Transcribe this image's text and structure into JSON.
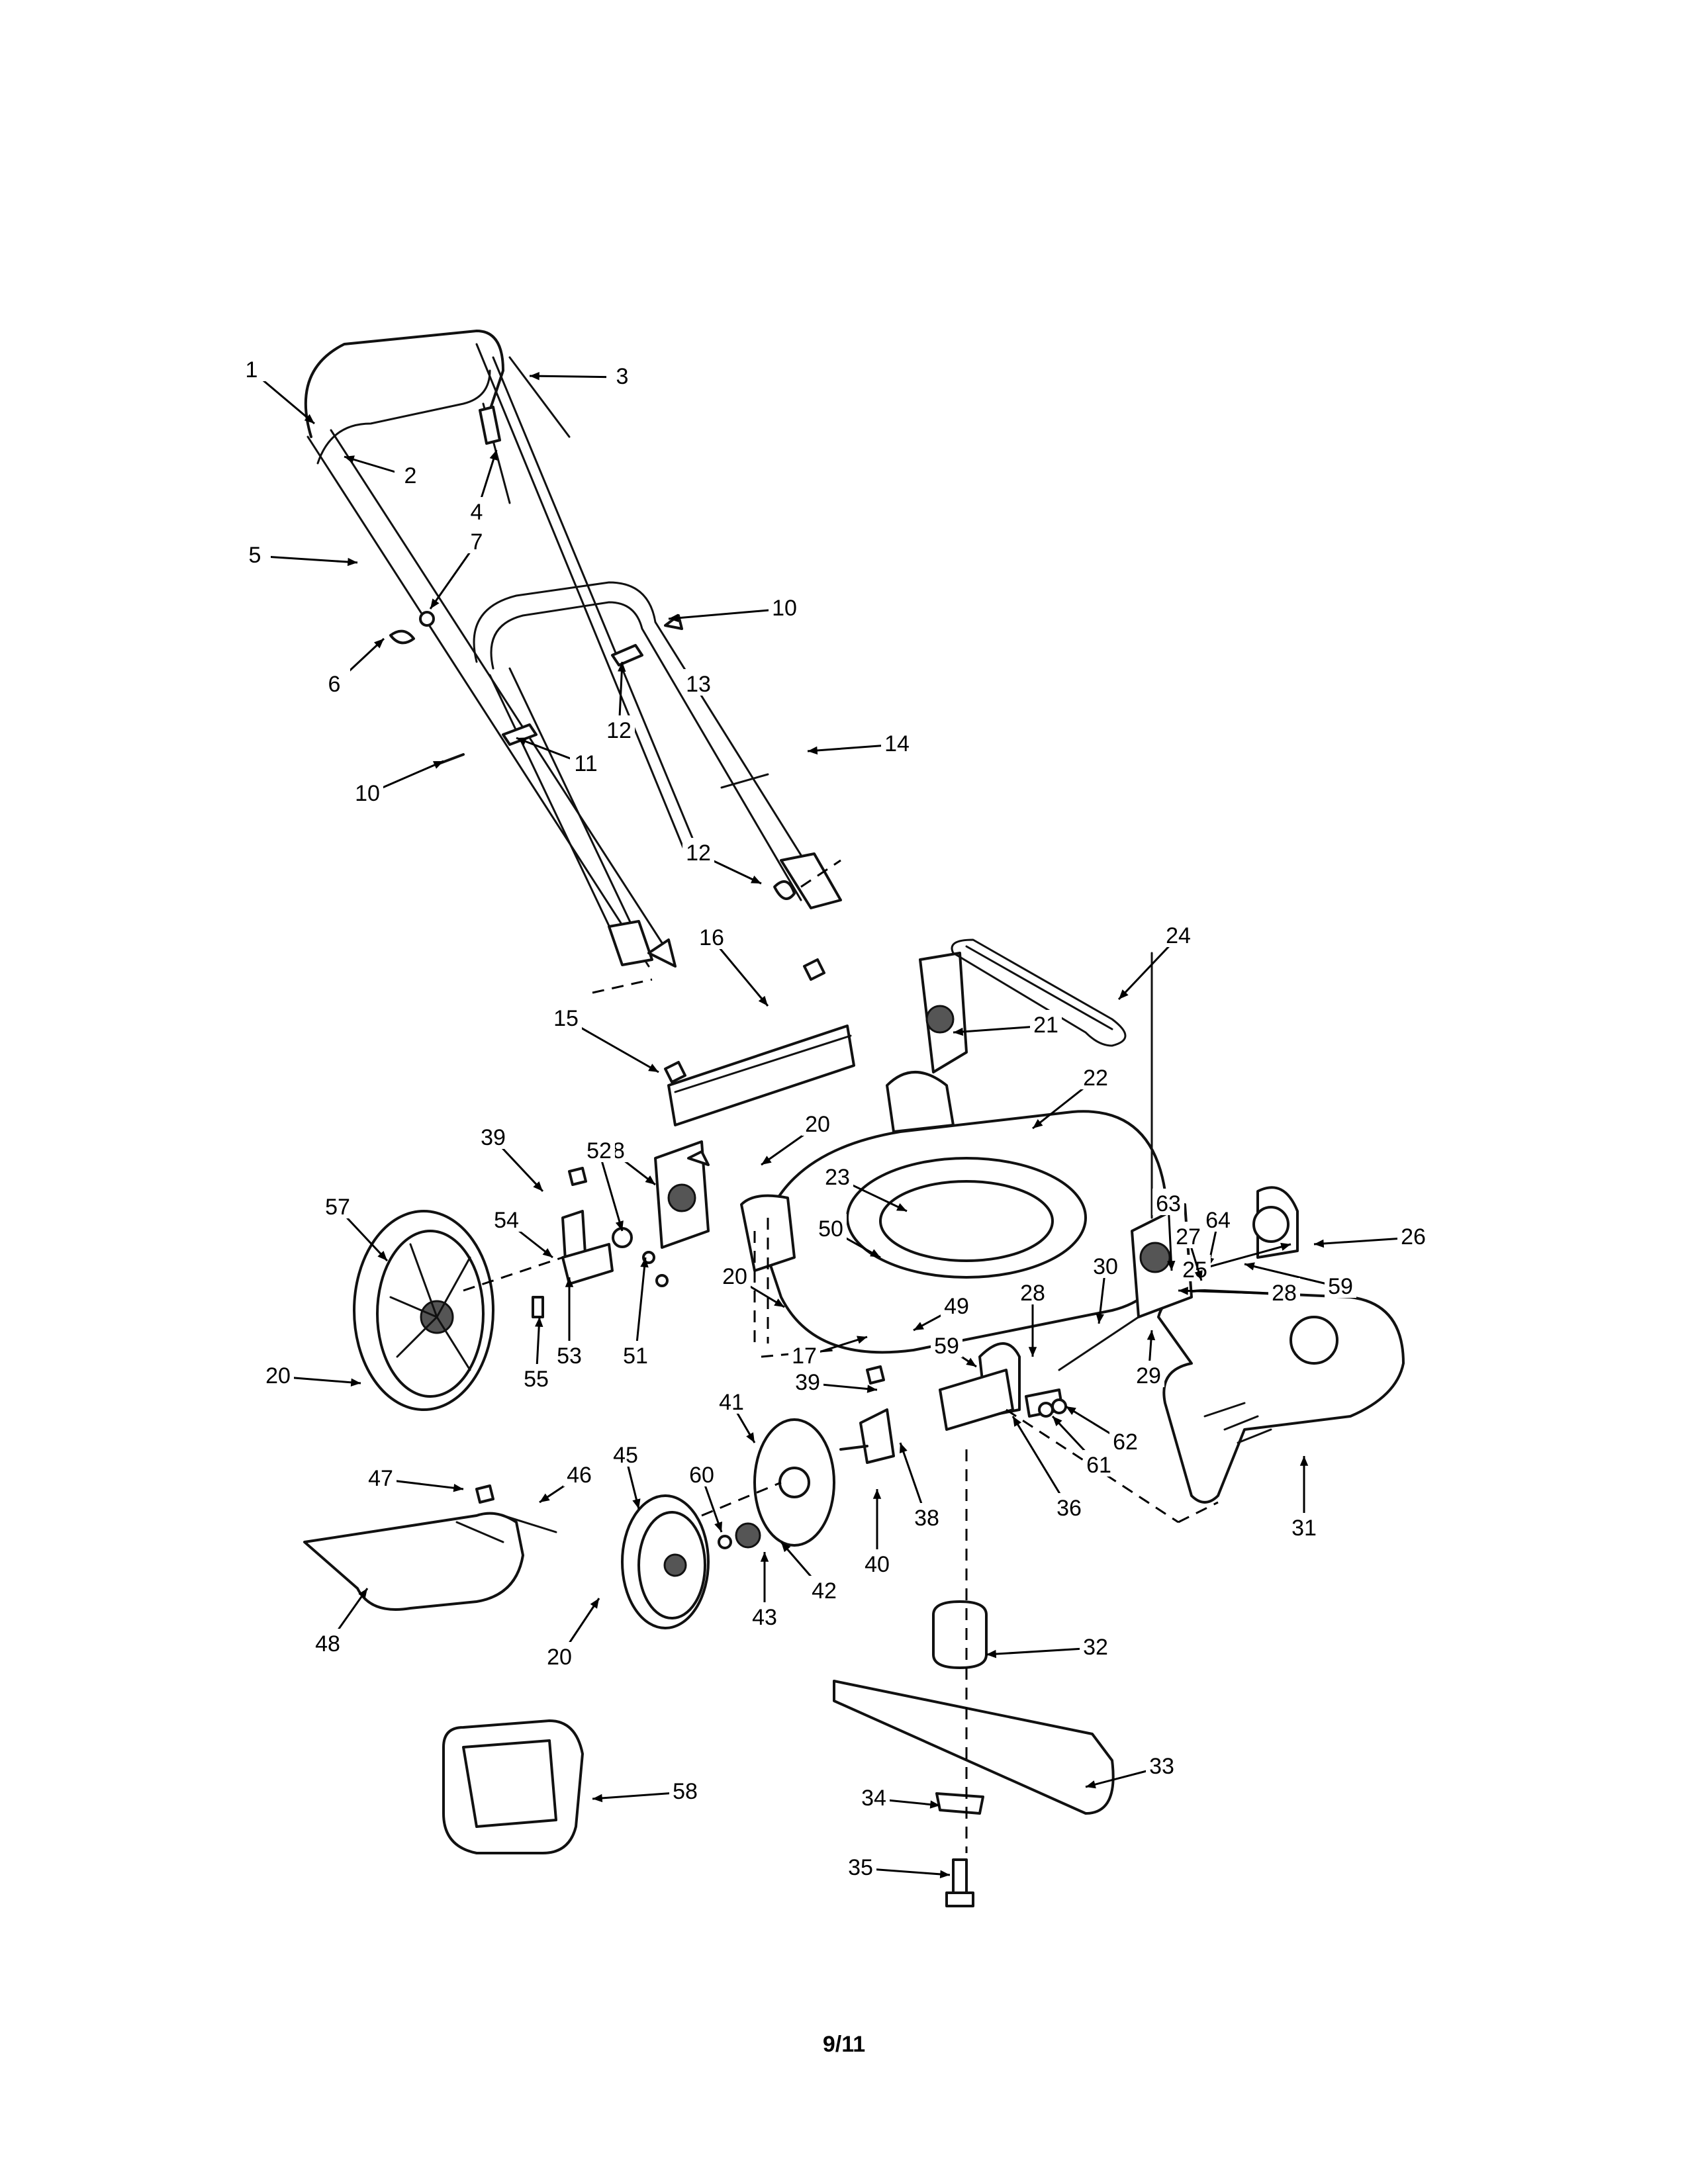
{
  "diagram": {
    "callouts": [
      {
        "label": "1"
      },
      {
        "label": "2"
      },
      {
        "label": "3"
      },
      {
        "label": "4"
      },
      {
        "label": "5"
      },
      {
        "label": "6"
      },
      {
        "label": "7"
      },
      {
        "label": "10"
      },
      {
        "label": "10"
      },
      {
        "label": "11"
      },
      {
        "label": "12"
      },
      {
        "label": "13"
      },
      {
        "label": "14"
      },
      {
        "label": "12"
      },
      {
        "label": "16"
      },
      {
        "label": "15"
      },
      {
        "label": "24"
      },
      {
        "label": "21"
      },
      {
        "label": "22"
      },
      {
        "label": "39"
      },
      {
        "label": "18"
      },
      {
        "label": "20"
      },
      {
        "label": "52"
      },
      {
        "label": "54"
      },
      {
        "label": "57"
      },
      {
        "label": "23"
      },
      {
        "label": "63"
      },
      {
        "label": "64"
      },
      {
        "label": "25"
      },
      {
        "label": "27"
      },
      {
        "label": "26"
      },
      {
        "label": "50"
      },
      {
        "label": "59"
      },
      {
        "label": "30"
      },
      {
        "label": "28"
      },
      {
        "label": "20"
      },
      {
        "label": "49"
      },
      {
        "label": "28"
      },
      {
        "label": "51"
      },
      {
        "label": "53"
      },
      {
        "label": "55"
      },
      {
        "label": "17"
      },
      {
        "label": "59"
      },
      {
        "label": "29"
      },
      {
        "label": "20"
      },
      {
        "label": "39"
      },
      {
        "label": "41"
      },
      {
        "label": "62"
      },
      {
        "label": "61"
      },
      {
        "label": "45"
      },
      {
        "label": "47"
      },
      {
        "label": "46"
      },
      {
        "label": "60"
      },
      {
        "label": "38"
      },
      {
        "label": "36"
      },
      {
        "label": "40"
      },
      {
        "label": "31"
      },
      {
        "label": "42"
      },
      {
        "label": "43"
      },
      {
        "label": "48"
      },
      {
        "label": "20"
      },
      {
        "label": "32"
      },
      {
        "label": "33"
      },
      {
        "label": "58"
      },
      {
        "label": "34"
      },
      {
        "label": "35"
      }
    ]
  },
  "footer": {
    "page_number": "9/11"
  }
}
